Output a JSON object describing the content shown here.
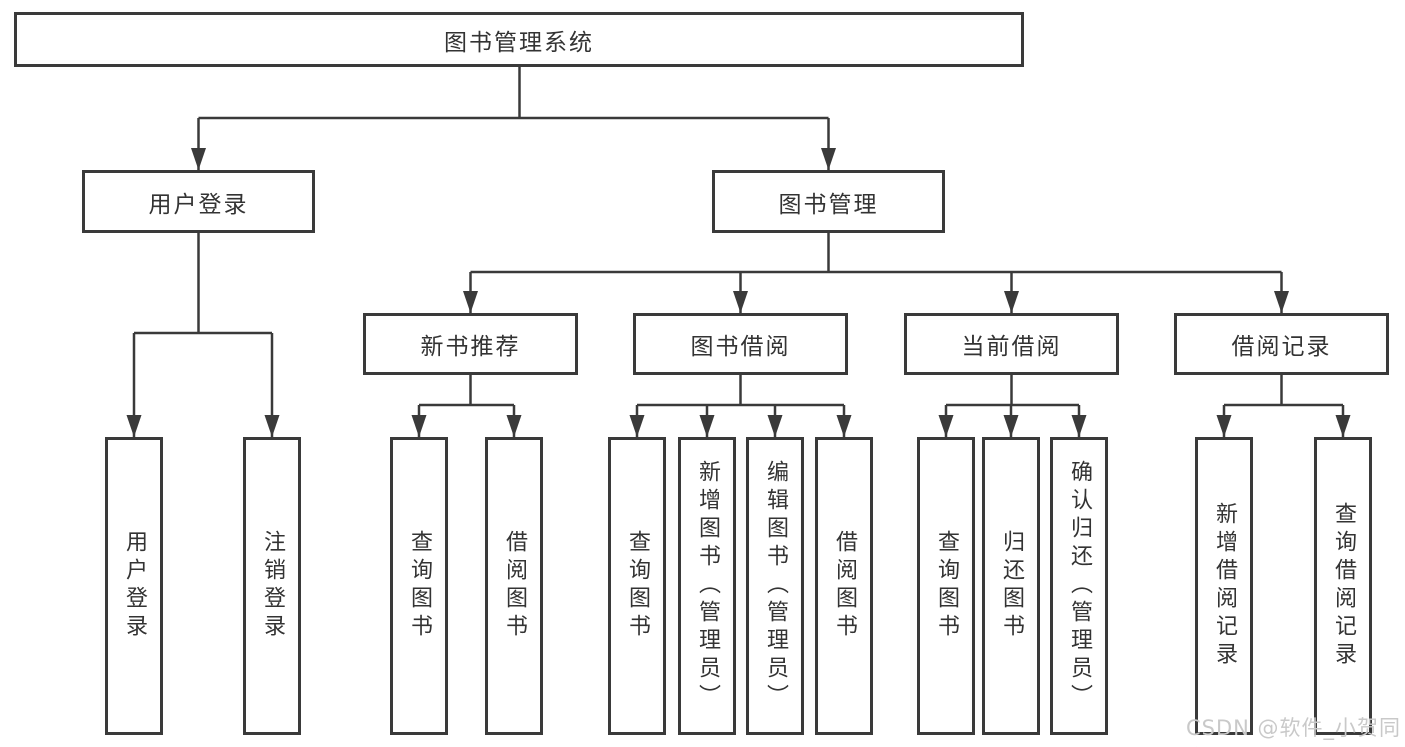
{
  "tree": {
    "label": "图书管理系统",
    "children": [
      {
        "label": "用户登录",
        "children": [
          {
            "label": "用户登录"
          },
          {
            "label": "注销登录"
          }
        ]
      },
      {
        "label": "图书管理",
        "children": [
          {
            "label": "新书推荐",
            "children": [
              {
                "label": "查询图书"
              },
              {
                "label": "借阅图书"
              }
            ]
          },
          {
            "label": "图书借阅",
            "children": [
              {
                "label": "查询图书"
              },
              {
                "label": "新增图书（管理员）"
              },
              {
                "label": "编辑图书（管理员）"
              },
              {
                "label": "借阅图书"
              }
            ]
          },
          {
            "label": "当前借阅",
            "children": [
              {
                "label": "查询图书"
              },
              {
                "label": "归还图书"
              },
              {
                "label": "确认归还（管理员）"
              }
            ]
          },
          {
            "label": "借阅记录",
            "children": [
              {
                "label": "新增借阅记录"
              },
              {
                "label": "查询借阅记录"
              }
            ]
          }
        ]
      }
    ]
  },
  "watermark": {
    "text": "CSDN @软件_小贺同学"
  },
  "colors": {
    "line": "#3a3a3a",
    "border": "#3a3a3a",
    "text": "#333333",
    "background": "#ffffff",
    "watermark": "#c9c9c9"
  }
}
